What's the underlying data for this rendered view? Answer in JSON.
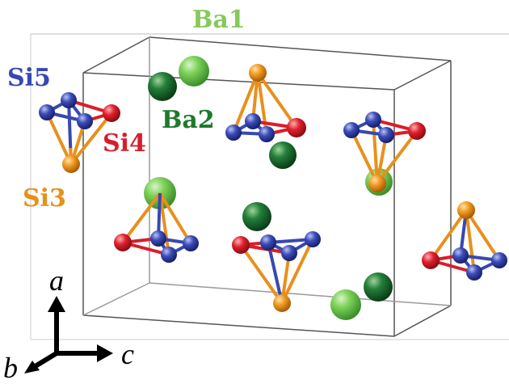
{
  "labels": {
    "ba1": "Ba1",
    "ba2": "Ba2",
    "si3": "Si3",
    "si4": "Si4",
    "si5": "Si5"
  },
  "axes": {
    "a": "a",
    "b": "b",
    "c": "c"
  },
  "colors": {
    "ba1": "#77cc55",
    "ba2": "#1d7a2a",
    "si3": "#e8901c",
    "si4": "#d81e2a",
    "si5": "#3848b0",
    "cell_edge": "#555555"
  }
}
